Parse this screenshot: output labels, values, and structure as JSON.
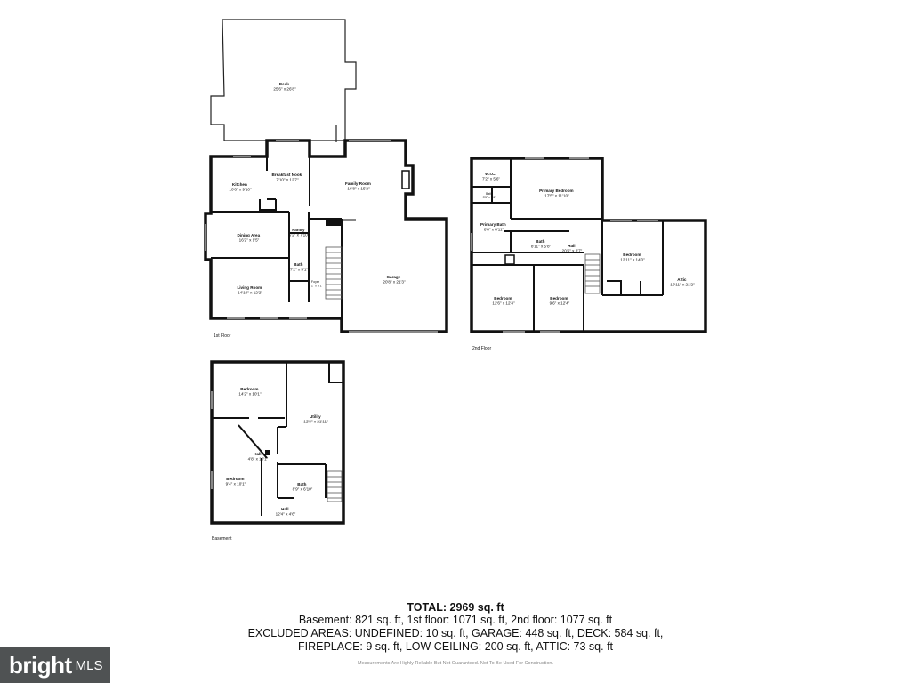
{
  "floors": {
    "first": {
      "label": "1st Floor",
      "rooms": {
        "deck": {
          "name": "Deck",
          "dims": "25'6\" x 26'8\""
        },
        "kitchen": {
          "name": "Kitchen",
          "dims": "10'6\" x 9'10\""
        },
        "breakfast_nook": {
          "name": "Breakfast Nook",
          "dims": "7'10\" x 12'7\""
        },
        "family_room": {
          "name": "Family Room",
          "dims": "16'8\" x 15'2\""
        },
        "dining_area": {
          "name": "Dining Area",
          "dims": "16'2\" x 9'5\""
        },
        "pantry": {
          "name": "Pantry",
          "dims": "5'2\" x 7'10\""
        },
        "bath": {
          "name": "Bath",
          "dims": "7'2\" x 5'1\""
        },
        "foyer": {
          "name": "Foyer",
          "dims": "5'1\" x 6'1\""
        },
        "living_room": {
          "name": "Living Room",
          "dims": "14'10\" x 12'2\""
        },
        "garage": {
          "name": "Garage",
          "dims": "20'8\" x 21'3\""
        }
      }
    },
    "second": {
      "label": "2nd Floor",
      "rooms": {
        "wic": {
          "name": "W.I.C.",
          "dims": "7'2\" x 5'6\""
        },
        "primary_bedroom": {
          "name": "Primary Bedroom",
          "dims": "17'5\" x 11'10\""
        },
        "bath_small": {
          "name": "Bath",
          "dims": "3'5\" x 7'6\""
        },
        "primary_bath": {
          "name": "Primary Bath",
          "dims": "8'8\" x 8'11\""
        },
        "bath": {
          "name": "Bath",
          "dims": "8'11\" x 5'8\""
        },
        "hall": {
          "name": "Hall",
          "dims": "20'6\" x 8'7\""
        },
        "bedroom_ne": {
          "name": "Bedroom",
          "dims": "12'11\" x 14'0\""
        },
        "attic": {
          "name": "Attic",
          "dims": "10'11\" x 21'2\""
        },
        "bedroom_sw": {
          "name": "Bedroom",
          "dims": "12'6\" x 12'4\""
        },
        "bedroom_s": {
          "name": "Bedroom",
          "dims": "9'6\" x 12'4\""
        }
      }
    },
    "basement": {
      "label": "Basement",
      "rooms": {
        "bedroom_n": {
          "name": "Bedroom",
          "dims": "14'2\" x 10'1\""
        },
        "utility": {
          "name": "Utility",
          "dims": "12'8\" x 21'11\""
        },
        "hall_mid": {
          "name": "Hall",
          "dims": "4'8\" x 10'1\""
        },
        "bedroom_s": {
          "name": "Bedroom",
          "dims": "9'4\" x 10'1\""
        },
        "bath": {
          "name": "Bath",
          "dims": "8'9\" x 6'10\""
        },
        "hall_s": {
          "name": "Hall",
          "dims": "12'4\" x 4'6\""
        }
      }
    }
  },
  "summary": {
    "total": "TOTAL: 2969 sq. ft",
    "line1": "Basement: 821 sq. ft, 1st floor: 1071 sq. ft, 2nd floor: 1077 sq. ft",
    "line2": "EXCLUDED AREAS: UNDEFINED: 10 sq. ft, GARAGE: 448 sq. ft, DECK: 584 sq. ft,",
    "line3": "FIREPLACE: 9 sq. ft, LOW CEILING: 200 sq. ft, ATTIC: 73 sq. ft"
  },
  "disclaimer": "Measurements Are Highly Reliable But Not Guaranteed. Not To Be Used For Construction.",
  "logo": {
    "word": "bright",
    "suffix": "MLS",
    "bg_color": "#4f5253"
  }
}
